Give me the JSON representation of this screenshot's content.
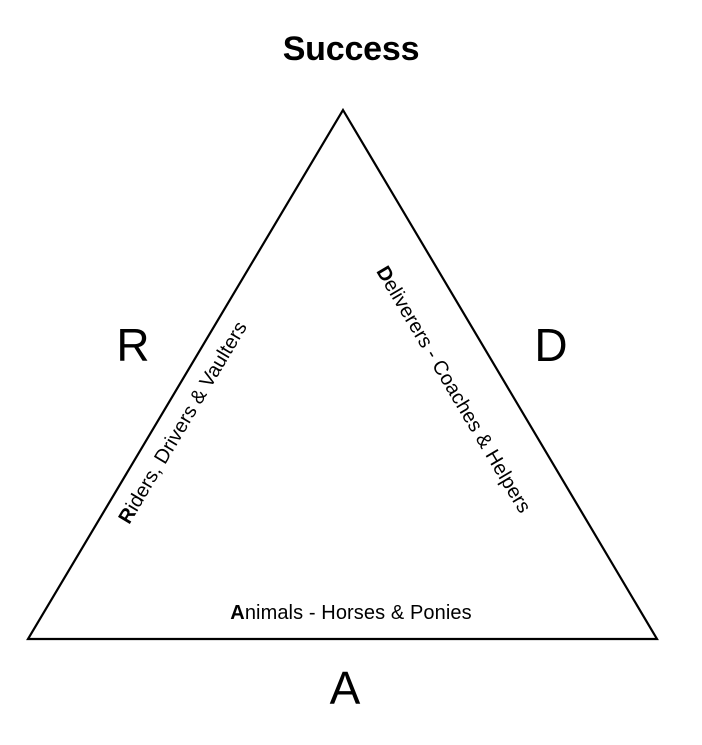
{
  "diagram": {
    "title": "Success",
    "shape": "triangle",
    "stroke_color": "#000000",
    "background_color": "#ffffff",
    "text_color": "#000000"
  },
  "vertices": {
    "left_letter": "R",
    "right_letter": "D",
    "bottom_letter": "A"
  },
  "edges": {
    "left": {
      "lead": "R",
      "rest": "iders, Drivers & Vaulters",
      "full": "Riders, Drivers & Vaulters"
    },
    "right": {
      "lead": "D",
      "rest": "eliverers - Coaches & Helpers",
      "full": "Deliverers - Coaches & Helpers"
    },
    "bottom": {
      "lead": "A",
      "rest": "nimals - Horses & Ponies",
      "full": "Animals - Horses & Ponies"
    }
  }
}
